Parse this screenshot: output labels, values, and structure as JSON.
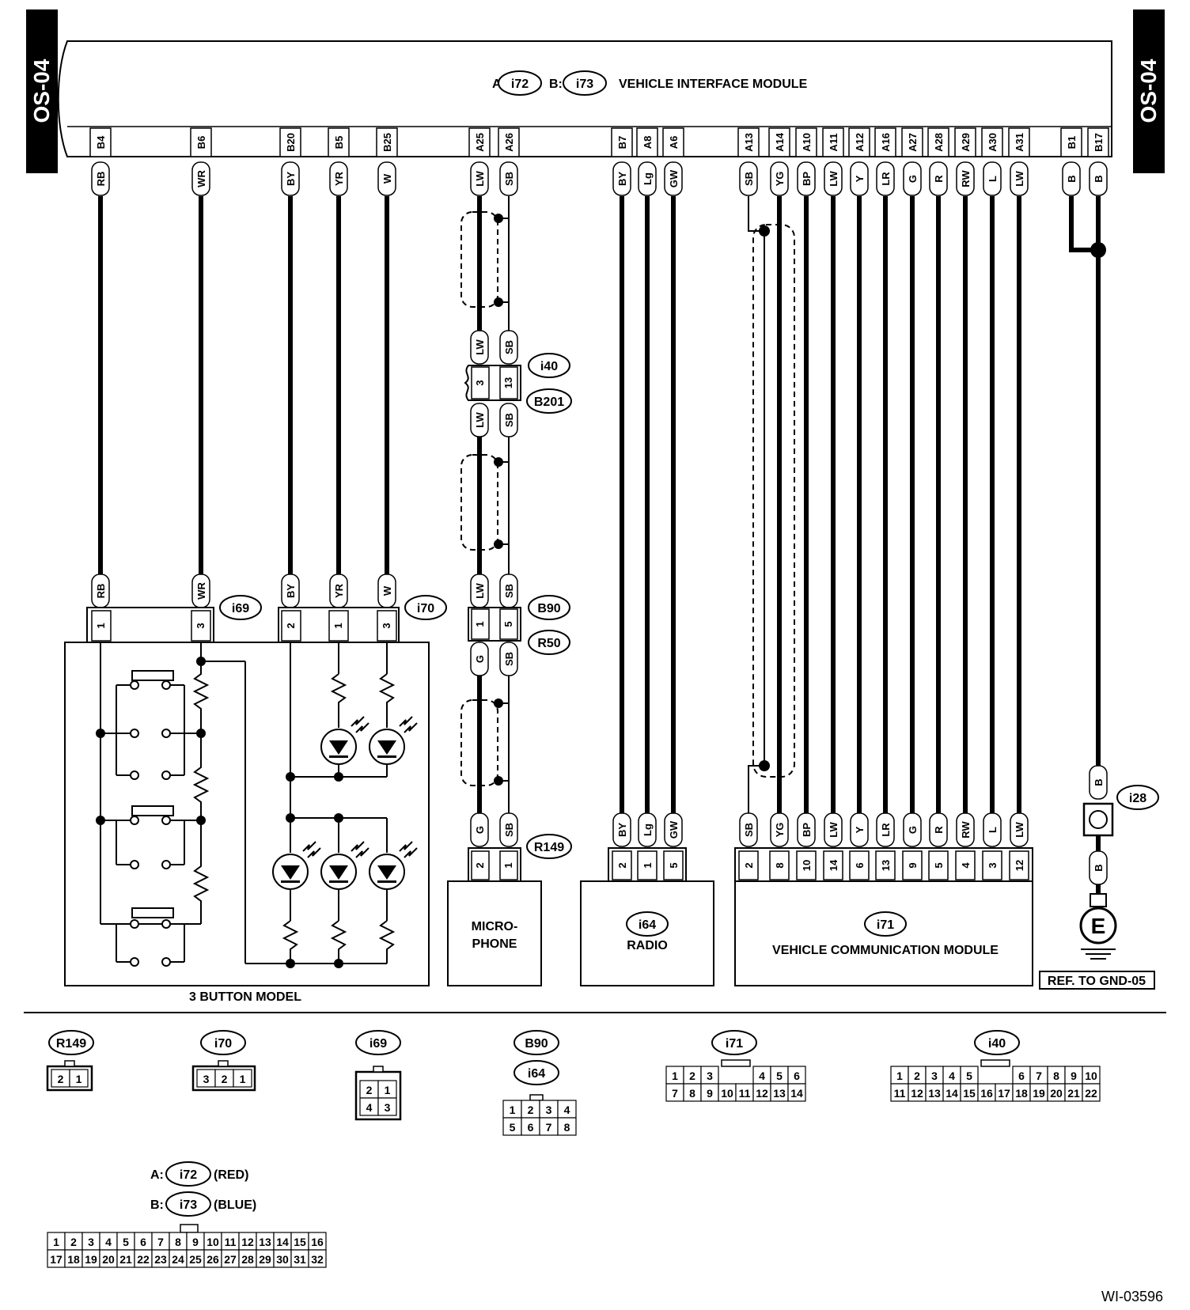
{
  "sheet_tag": "OS-04",
  "figure_id": "WI-03596",
  "vim": {
    "title": "VEHICLE INTERFACE MODULE",
    "a_prefix": "A:",
    "a_conn": "i72",
    "b_prefix": "B:",
    "b_conn": "i73",
    "pins": [
      {
        "pin": "B4",
        "wire": "RB"
      },
      {
        "pin": "B6",
        "wire": "WR"
      },
      {
        "pin": "B20",
        "wire": "BY"
      },
      {
        "pin": "B5",
        "wire": "YR"
      },
      {
        "pin": "B25",
        "wire": "W"
      },
      {
        "pin": "A25",
        "wire": "LW"
      },
      {
        "pin": "A26",
        "wire": "SB"
      },
      {
        "pin": "B7",
        "wire": "BY"
      },
      {
        "pin": "A8",
        "wire": "Lg"
      },
      {
        "pin": "A6",
        "wire": "GW"
      },
      {
        "pin": "A13",
        "wire": "SB"
      },
      {
        "pin": "A14",
        "wire": "YG"
      },
      {
        "pin": "A10",
        "wire": "BP"
      },
      {
        "pin": "A11",
        "wire": "LW"
      },
      {
        "pin": "A12",
        "wire": "Y"
      },
      {
        "pin": "A16",
        "wire": "LR"
      },
      {
        "pin": "A27",
        "wire": "G"
      },
      {
        "pin": "A28",
        "wire": "R"
      },
      {
        "pin": "A29",
        "wire": "RW"
      },
      {
        "pin": "A30",
        "wire": "L"
      },
      {
        "pin": "A31",
        "wire": "LW"
      },
      {
        "pin": "B1",
        "wire": "B"
      },
      {
        "pin": "B17",
        "wire": "B"
      }
    ]
  },
  "i69": {
    "id": "i69",
    "pins": [
      "1",
      "3"
    ],
    "wires": [
      "RB",
      "WR"
    ]
  },
  "i70": {
    "id": "i70",
    "pins": [
      "2",
      "1",
      "3"
    ],
    "wires": [
      "BY",
      "YR",
      "W"
    ]
  },
  "button_model_label": "3 BUTTON MODEL",
  "i40": {
    "id": "i40",
    "pins": [
      "3",
      "13"
    ],
    "wires": [
      "LW",
      "SB"
    ]
  },
  "b201": {
    "id": "B201",
    "wires": [
      "LW",
      "SB"
    ]
  },
  "b90": {
    "id": "B90",
    "pins": [
      "1",
      "5"
    ],
    "wires": [
      "LW",
      "SB"
    ]
  },
  "r50": {
    "id": "R50",
    "wires": [
      "G",
      "SB"
    ]
  },
  "r149": {
    "id": "R149",
    "pins": [
      "2",
      "1"
    ],
    "wires": [
      "G",
      "SB"
    ]
  },
  "microphone": {
    "line1": "MICRO-",
    "line2": "PHONE"
  },
  "radio": {
    "id": "i64",
    "label": "RADIO",
    "pins": [
      "2",
      "1",
      "5"
    ],
    "wires": [
      "BY",
      "Lg",
      "GW"
    ]
  },
  "vcm": {
    "id": "i71",
    "label": "VEHICLE COMMUNICATION MODULE",
    "pins": [
      "2",
      "8",
      "10",
      "14",
      "6",
      "13",
      "9",
      "5",
      "4",
      "3",
      "12"
    ],
    "wires": [
      "SB",
      "YG",
      "BP",
      "LW",
      "Y",
      "LR",
      "G",
      "R",
      "RW",
      "L",
      "LW"
    ]
  },
  "ground": {
    "conn": "i28",
    "wires": [
      "B",
      "B"
    ],
    "symbol": "E",
    "ref": "REF. TO GND-05"
  },
  "legend": {
    "r149": {
      "id": "R149",
      "rows": [
        [
          "2",
          "1"
        ]
      ]
    },
    "i70": {
      "id": "i70",
      "rows": [
        [
          "3",
          "2",
          "1"
        ]
      ]
    },
    "i69": {
      "id": "i69",
      "rows": [
        [
          "2",
          "1"
        ],
        [
          "4",
          "3"
        ]
      ]
    },
    "b90_i64": {
      "id1": "B90",
      "id2": "i64",
      "rows": [
        [
          "1",
          "2",
          "3",
          "4"
        ],
        [
          "5",
          "6",
          "7",
          "8"
        ]
      ]
    },
    "i71": {
      "id": "i71",
      "rows": [
        [
          "1",
          "2",
          "3",
          "",
          "4",
          "5",
          "6"
        ],
        [
          "7",
          "8",
          "9",
          "10",
          "11",
          "12",
          "13",
          "14"
        ]
      ]
    },
    "i40": {
      "id": "i40",
      "rows": [
        [
          "1",
          "2",
          "3",
          "4",
          "5",
          "",
          "6",
          "7",
          "8",
          "9",
          "10"
        ],
        [
          "11",
          "12",
          "13",
          "14",
          "15",
          "16",
          "17",
          "18",
          "19",
          "20",
          "21",
          "22"
        ]
      ]
    },
    "i72_i73": {
      "a_prefix": "A:",
      "a_id": "i72",
      "a_color": "(RED)",
      "b_prefix": "B:",
      "b_id": "i73",
      "b_color": "(BLUE)",
      "rows": [
        [
          "1",
          "2",
          "3",
          "4",
          "5",
          "6",
          "7",
          "8",
          "9",
          "10",
          "11",
          "12",
          "13",
          "14",
          "15",
          "16"
        ],
        [
          "17",
          "18",
          "19",
          "20",
          "21",
          "22",
          "23",
          "24",
          "25",
          "26",
          "27",
          "28",
          "29",
          "30",
          "31",
          "32"
        ]
      ]
    }
  }
}
